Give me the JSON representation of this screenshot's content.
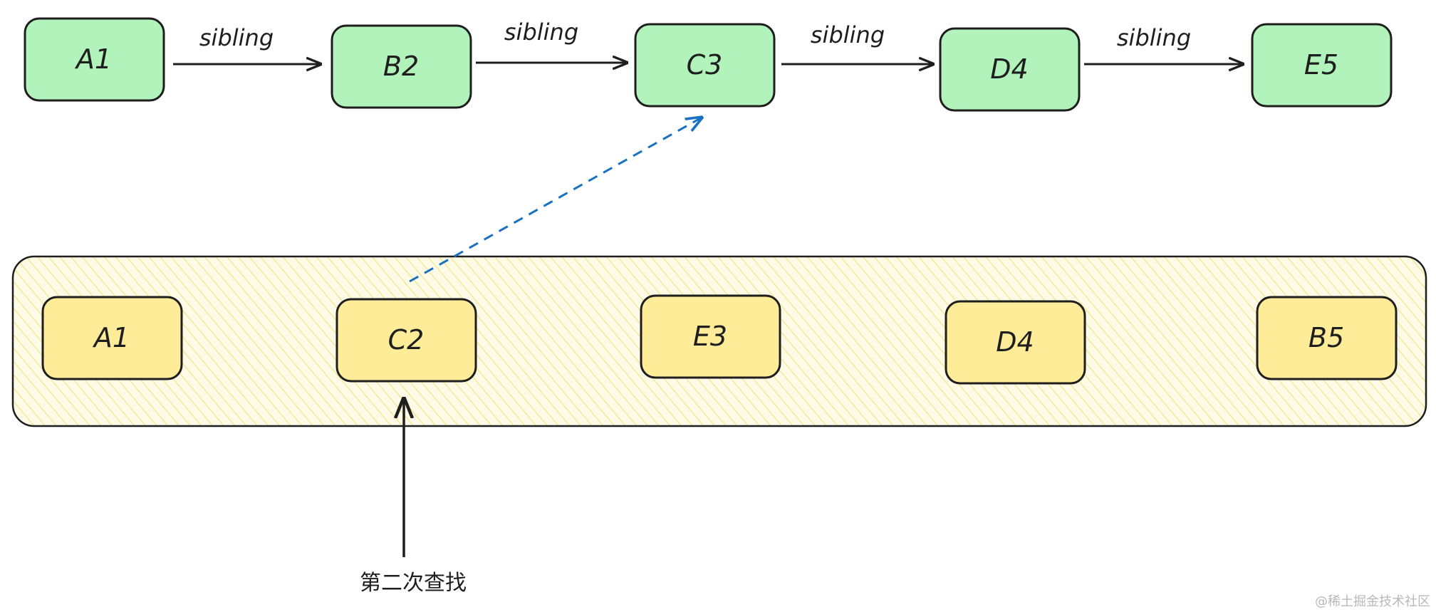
{
  "colors": {
    "green_fill": "#b2f2bb",
    "yellow_fill": "#ffec99",
    "stroke": "#1e1e1e",
    "band_hatch": "#f0eb9c",
    "dashed_arrow": "#1971c2"
  },
  "top_row": {
    "nodes": [
      "A1",
      "B2",
      "C3",
      "D4",
      "E5"
    ],
    "edge_label": "sibling"
  },
  "bottom_row": {
    "nodes": [
      "A1",
      "C2",
      "E3",
      "D4",
      "B5"
    ]
  },
  "pointer": {
    "caption": "第二次查找",
    "target": "C2"
  },
  "dashed_link": {
    "from": "C2",
    "to": "C3"
  },
  "watermark": "@稀土掘金技术社区"
}
